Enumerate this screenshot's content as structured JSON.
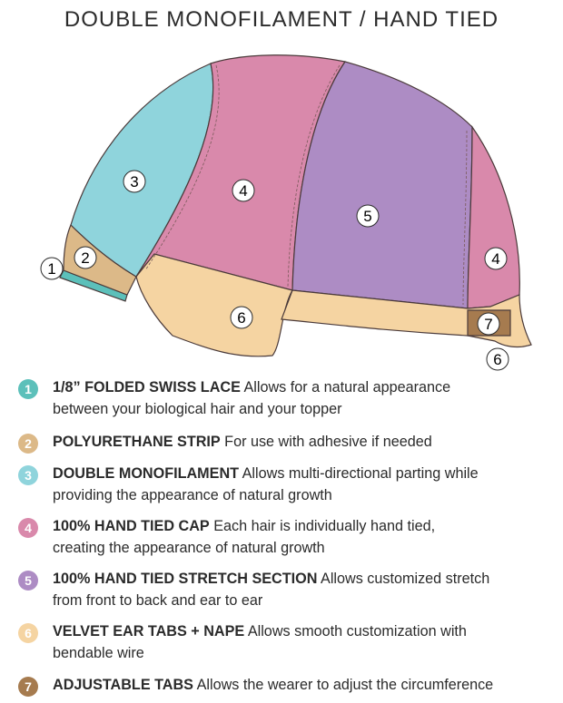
{
  "title": "DOUBLE MONOFILAMENT / HAND TIED",
  "diagram": {
    "region_labels": {
      "lace": "1",
      "poly": "2",
      "mono": "3",
      "hand_front": "4",
      "hand_back": "4",
      "stretch": "5",
      "ear_tab": "6",
      "nape": "6",
      "adjust_tab": "7"
    },
    "colors": {
      "lace": "#5cc0ba",
      "poly": "#dcb988",
      "mono": "#8fd4dc",
      "hand": "#d989ab",
      "stretch": "#ad8cc4",
      "velvet": "#f5d4a2",
      "adjust": "#a67b4f",
      "outline": "#4a3a3a"
    }
  },
  "legend": [
    {
      "num": "1",
      "color": "#5cc0ba",
      "title": "1/8” FOLDED SWISS LACE",
      "desc": " Allows for a natural appearance",
      "desc2": "between your biological hair and your topper"
    },
    {
      "num": "2",
      "color": "#dcb988",
      "title": "POLYURETHANE STRIP",
      "desc": " For use with adhesive if needed",
      "desc2": ""
    },
    {
      "num": "3",
      "color": "#8fd4dc",
      "title": "DOUBLE MONOFILAMENT",
      "desc": " Allows multi-directional parting while",
      "desc2": "providing the appearance of natural growth"
    },
    {
      "num": "4",
      "color": "#d989ab",
      "title": "100% HAND TIED CAP",
      "desc": " Each hair is individually hand tied,",
      "desc2": "creating the appearance of natural growth"
    },
    {
      "num": "5",
      "color": "#ad8cc4",
      "title": "100% HAND TIED STRETCH SECTION",
      "desc": " Allows customized stretch",
      "desc2": "from front to back and ear to ear"
    },
    {
      "num": "6",
      "color": "#f5d4a2",
      "title": "VELVET EAR TABS + NAPE",
      "desc": " Allows smooth customization with",
      "desc2": "bendable wire"
    },
    {
      "num": "7",
      "color": "#a67b4f",
      "title": "ADJUSTABLE TABS",
      "desc": " Allows the wearer to adjust the circumference",
      "desc2": ""
    }
  ]
}
